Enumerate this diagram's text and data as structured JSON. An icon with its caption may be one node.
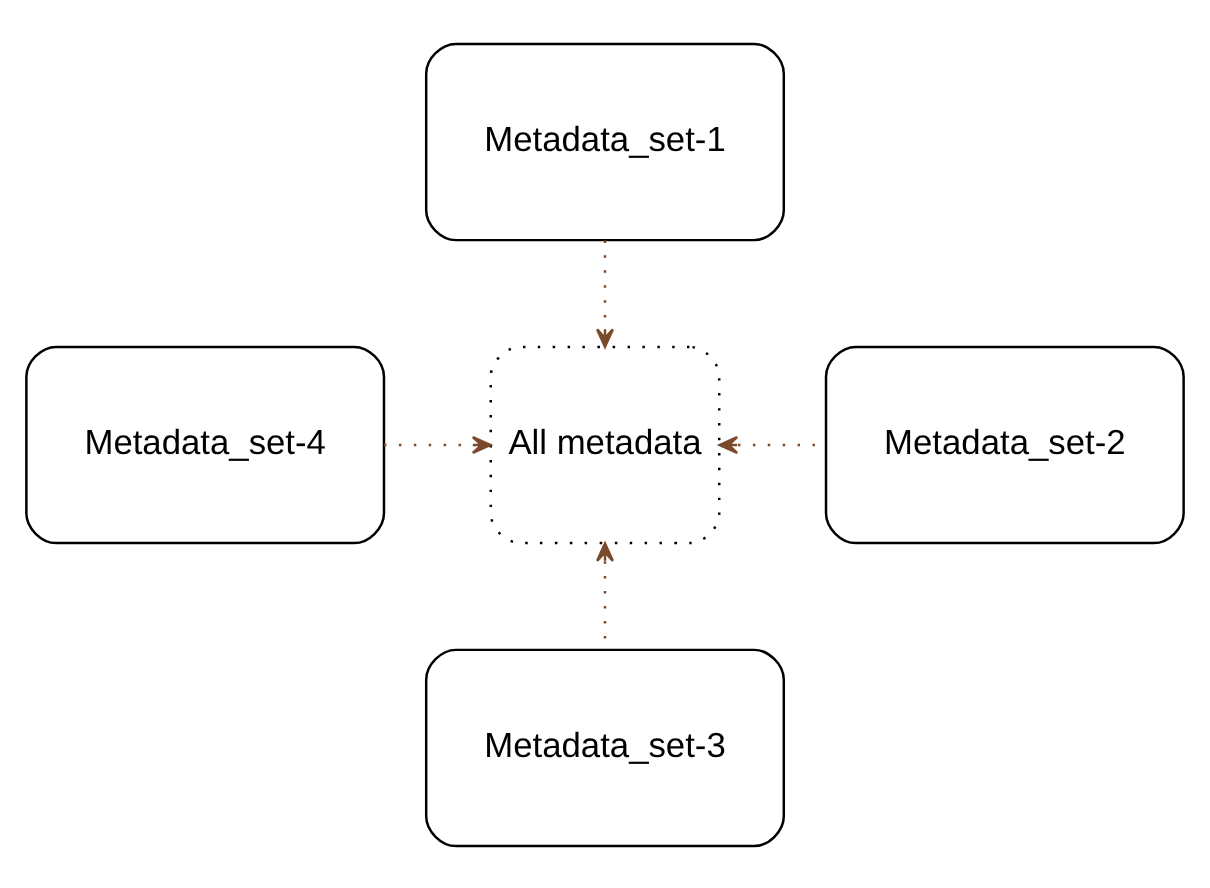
{
  "diagram": {
    "nodes": [
      {
        "text": [
          "Metadata_set-1"
        ]
      },
      {
        "text": [
          "Metadata_set-4"
        ]
      },
      {
        "text": [
          "All metadata"
        ]
      },
      {
        "text": [
          "Metadata_set-2"
        ]
      },
      {
        "text": [
          "Metadata_set-3"
        ]
      }
    ],
    "edges": [
      {
        "from": 0,
        "to": 2,
        "arrow": "to"
      },
      {
        "from": 3,
        "to": 2,
        "arrow": "to"
      },
      {
        "from": 4,
        "to": 2,
        "arrow": "to"
      },
      {
        "from": 1,
        "to": 2,
        "arrow": "to"
      }
    ]
  }
}
